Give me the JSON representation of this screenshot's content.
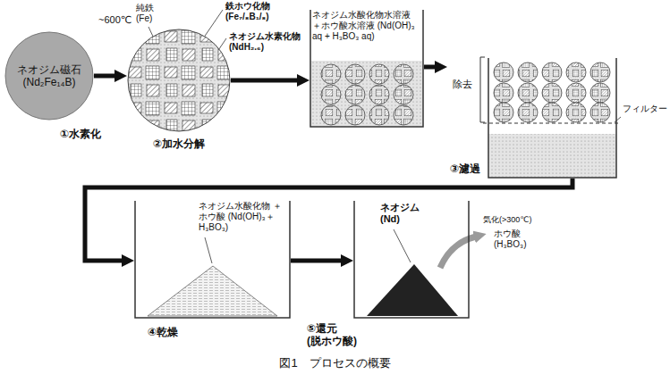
{
  "diagram": {
    "caption": "図1　プロセスの概要",
    "nodes": [
      {
        "text": [
          "ネオジム磁石 (Nd₂Fe₁₄B)",
          "①水素化"
        ]
      },
      {
        "text": [
          "②加水分解"
        ]
      },
      {
        "text": [
          "ネオジム水酸化物水溶液 ＋ホウ酸水溶液 (Nd(OH)₃ aq + H₃BO₃ aq)"
        ]
      },
      {
        "text": [
          "③濾過"
        ]
      },
      {
        "text": [
          "ネオジム水酸化物 ＋ホウ酸 (Nd(OH)₃＋H₃BO₃)",
          "④乾燥"
        ]
      },
      {
        "text": [
          "ネオジム (Nd)",
          "⑤還元 (脱ホウ酸)"
        ]
      }
    ],
    "edges": [
      {
        "from": 0,
        "to": 1,
        "arrow": "to"
      },
      {
        "from": 1,
        "to": 2,
        "arrow": "to"
      },
      {
        "from": 2,
        "to": 3,
        "arrow": "to"
      },
      {
        "from": 3,
        "to": 4,
        "arrow": "to"
      },
      {
        "from": 4,
        "to": 5,
        "arrow": "to"
      }
    ],
    "labels": [
      "~600℃",
      "純鉄 (Fe)",
      "鉄ホウ化物 (Fe₇/₈B₁/₈)",
      "ネオジム水素化物 (NdH₂.₆)",
      "除去",
      "フィルター",
      "気化(>300℃)",
      "ホウ酸 (H₃BO₃)"
    ]
  }
}
